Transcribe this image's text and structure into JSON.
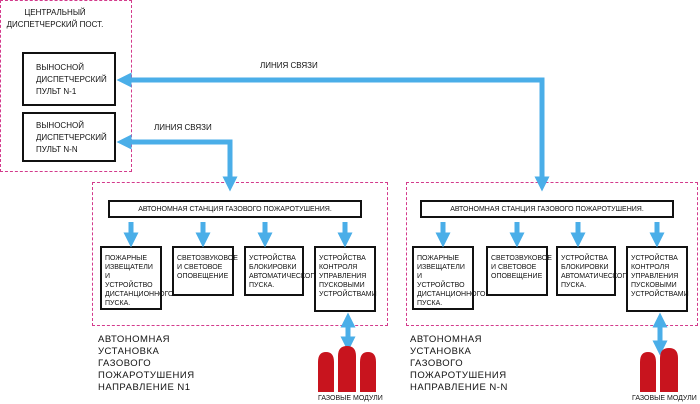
{
  "central_post": {
    "title": "ЦЕНТРАЛЬНЫЙ\nДИСПЕТЧЕРСКИЙ ПОСТ."
  },
  "remote_panels": [
    {
      "label": "ВЫНОСНОЙ\nДИСПЕТЧЕРСКИЙ\nПУЛЬТ N-1"
    },
    {
      "label": "ВЫНОСНОЙ\nДИСПЕТЧЕРСКИЙ\nПУЛЬТ N-N"
    }
  ],
  "links": {
    "top": "ЛИНИЯ СВЯЗИ",
    "bottom": "ЛИНИЯ СВЯЗИ"
  },
  "installations": [
    {
      "station": "АВТОНОМНАЯ СТАНЦИЯ ГАЗОВОГО ПОЖАРОТУШЕНИЯ.",
      "devices": [
        "ПОЖАРНЫЕ\nИЗВЕЩАТЕЛИ\nИ УСТРОЙСТВО\nДИСТАНЦИОННОГО\nПУСКА.",
        "СВЕТОЗВУКОВОЕ\nИ СВЕТОВОЕ\nОПОВЕЩЕНИЕ",
        "УСТРОЙСТВА\nБЛОКИРОВКИ\nАВТОМАТИЧЕСКОГО\nПУСКА.",
        "УСТРОЙСТВА\nКОНТРОЛЯ\nУПРАВЛЕНИЯ\nПУСКОВЫМИ\nУСТРОЙСТВАМИ"
      ],
      "caption": "АВТОНОМНАЯ\nУСТАНОВКА\nГАЗОВОГО\nПОЖАРОТУШЕНИЯ\nНАПРАВЛЕНИЕ N1",
      "modules_label": "ГАЗОВЫЕ МОДУЛИ"
    },
    {
      "station": "АВТОНОМНАЯ СТАНЦИЯ ГАЗОВОГО ПОЖАРОТУШЕНИЯ.",
      "devices": [
        "ПОЖАРНЫЕ\nИЗВЕЩАТЕЛИ\nИ УСТРОЙСТВО\nДИСТАНЦИОННОГО\nПУСКА.",
        "СВЕТОЗВУКОВОЕ\nИ СВЕТОВОЕ\nОПОВЕЩЕНИЕ",
        "УСТРОЙСТВА\nБЛОКИРОВКИ\nАВТОМАТИЧЕСКОГО\nПУСКА.",
        "УСТРОЙСТВА\nКОНТРОЛЯ\nУПРАВЛЕНИЯ\nПУСКОВЫМИ\nУСТРОЙСТВАМИ"
      ],
      "caption": "АВТОНОМНАЯ\nУСТАНОВКА\nГАЗОВОГО\nПОЖАРОТУШЕНИЯ\nНАПРАВЛЕНИЕ    N-N",
      "modules_label": "ГАЗОВЫЕ МОДУЛИ"
    }
  ],
  "colors": {
    "arrow": "#4aaee8",
    "dashed": "#d33a8c",
    "cylinder": "#c8141e"
  }
}
